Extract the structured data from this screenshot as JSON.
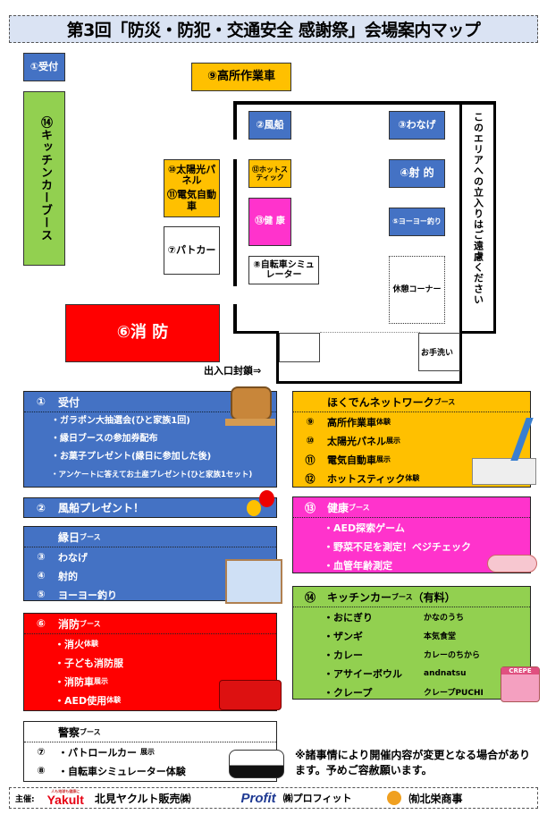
{
  "title": "第3回「防災・防犯・交通安全 感謝祭」会場案内マップ",
  "map": {
    "reception": "①受付",
    "kitchen_car": "⑭キッチンカーブース",
    "aerial": "⑨高所作業車",
    "balloon": "②風船",
    "ring_toss": "③わなげ",
    "shooting": "④射 的",
    "yoyo": "⑤ヨーヨー釣り",
    "rest": "休憩コーナー",
    "solar": "⑩太陽光パネル",
    "ev": "⑪電気自動車",
    "patrol": "⑦パトカー",
    "hotstick": "⑫ホットスティック",
    "health": "⑬健 康",
    "bike_sim": "⑧自転車シミュレーター",
    "fire": "⑥消 防",
    "exit_closed": "出入口封鎖⇒",
    "restroom": "お手洗い",
    "no_entry": "このエリアへの立入りはご遠慮ください"
  },
  "panels": {
    "reception": {
      "num": "①",
      "title": "受付",
      "items": [
        "・ガラポン大抽選会(ひと家族1回)",
        "・縁日ブースの参加券配布",
        "・お菓子プレゼント(縁日に参加した後)",
        "・アンケートに答えてお土産プレゼント(ひと家族1セット)"
      ]
    },
    "balloon": {
      "num": "②",
      "title": "風船プレゼント！"
    },
    "ennichi": {
      "title": "縁日",
      "suffix": "ブース",
      "items": [
        {
          "num": "③",
          "label": "わなげ"
        },
        {
          "num": "④",
          "label": "射的"
        },
        {
          "num": "⑤",
          "label": "ヨーヨー釣り"
        }
      ]
    },
    "fire": {
      "num": "⑥",
      "title": "消防",
      "suffix": "ブース",
      "items": [
        {
          "label": "・消火",
          "tag": "体験"
        },
        {
          "label": "・子ども消防服",
          "tag": ""
        },
        {
          "label": "・消防車",
          "tag": "展示"
        },
        {
          "label": "・AED使用",
          "tag": "体験"
        }
      ]
    },
    "police": {
      "title": "警察",
      "suffix": "ブース",
      "items": [
        {
          "num": "⑦",
          "label": "・パトロールカー",
          "tag": "展示"
        },
        {
          "num": "⑧",
          "label": "・自転車シミュレーター体験",
          "tag": ""
        }
      ]
    },
    "hokuden": {
      "title": "ほくでんネットワーク",
      "suffix": "ブース",
      "items": [
        {
          "num": "⑨",
          "label": "高所作業車",
          "tag": "体験"
        },
        {
          "num": "⑩",
          "label": "太陽光パネル",
          "tag": "展示"
        },
        {
          "num": "⑪",
          "label": "電気自動車",
          "tag": "展示"
        },
        {
          "num": "⑫",
          "label": "ホットスティック",
          "tag": "体験"
        }
      ]
    },
    "health": {
      "num": "⑬",
      "title": "健康",
      "suffix": "ブース",
      "items": [
        "・AED探索ゲーム",
        "・野菜不足を測定！ベジチェック",
        "・血管年齢測定"
      ]
    },
    "kitchen": {
      "num": "⑭",
      "title": "キッチンカー",
      "suffix": "ブース",
      "paid": "（有料）",
      "items": [
        {
          "food": "・おにぎり",
          "shop": "かなのうち"
        },
        {
          "food": "・ザンギ",
          "shop": "本気食堂"
        },
        {
          "food": "・カレー",
          "shop": "カレーのちから"
        },
        {
          "food": "・アサイーボウル",
          "shop": "andnatsu"
        },
        {
          "food": "・クレープ",
          "shop": "クレープPUCHI"
        }
      ]
    }
  },
  "note": "※諸事情により開催内容が変更となる場合があります。予めご容赦願います。",
  "crepe_sign": "CREPE",
  "footer": {
    "label": "主催:",
    "yakult_tagline": "人も地球も健康に",
    "yakult_logo": "Yakult",
    "yakult_name": "北見ヤクルト販売㈱",
    "profit_logo": "Profit",
    "profit_name": "㈱プロフィット",
    "hokuei_name": "㈲北栄商事"
  },
  "colors": {
    "blue": "#4472c4",
    "orange": "#ffc000",
    "green": "#92d050",
    "pink": "#ff33cc",
    "red": "#ff0000"
  }
}
